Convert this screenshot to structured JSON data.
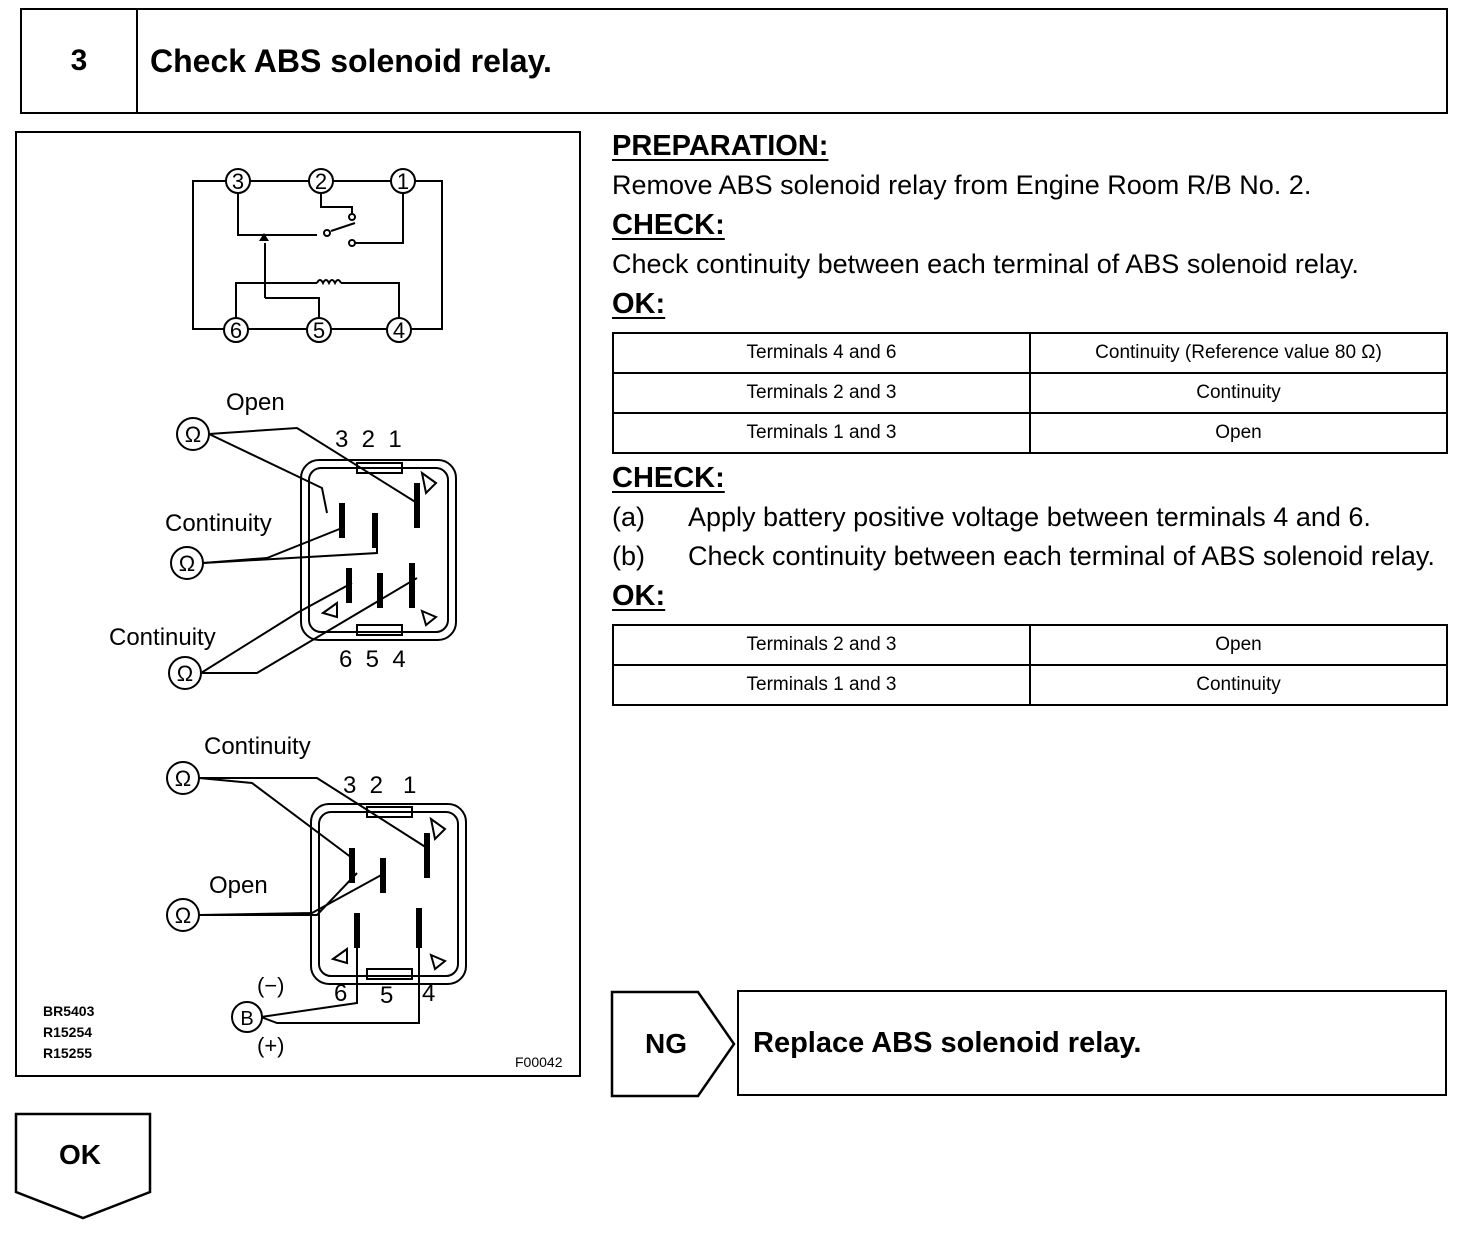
{
  "header": {
    "step_number": "3",
    "title": "Check ABS solenoid relay."
  },
  "figure": {
    "circuit_terminals": [
      "3",
      "2",
      "1",
      "6",
      "5",
      "4"
    ],
    "diagram1": {
      "label_top": "Open",
      "label_mid": "Continuity",
      "label_bot": "Continuity",
      "pins_top": "3  2  1",
      "pins_bot": "6  5  4"
    },
    "diagram2": {
      "label_top": "Continuity",
      "label_mid": "Open",
      "pins_top": "3  2   1",
      "pin6": "6",
      "pin5": "5",
      "pin4": "4",
      "minus": "(−)",
      "plus": "(+)",
      "battery": "B"
    },
    "codes": [
      "BR5403",
      "R15254",
      "R15255"
    ],
    "figure_id": "F00042",
    "ohm_symbol": "Ω"
  },
  "instructions": {
    "preparation_heading": "PREPARATION:",
    "preparation_text": "Remove ABS solenoid relay from Engine Room R/B No. 2.",
    "check1_heading": "CHECK:",
    "check1_text": "Check continuity between each terminal of ABS solenoid relay.",
    "ok1_heading": "OK:",
    "table1": [
      [
        "Terminals 4 and 6",
        "Continuity (Reference value 80 Ω)"
      ],
      [
        "Terminals 2 and 3",
        "Continuity"
      ],
      [
        "Terminals 1 and 3",
        "Open"
      ]
    ],
    "check2_heading": "CHECK:",
    "check2_steps": [
      {
        "label": "(a)",
        "text": "Apply battery positive voltage between terminals 4 and 6."
      },
      {
        "label": "(b)",
        "text": "Check continuity between each terminal of ABS solenoid relay."
      }
    ],
    "ok2_heading": "OK:",
    "table2": [
      [
        "Terminals 2 and 3",
        "Open"
      ],
      [
        "Terminals 1 and 3",
        "Continuity"
      ]
    ]
  },
  "ng": {
    "label": "NG",
    "action": "Replace ABS solenoid relay."
  },
  "ok": {
    "label": "OK"
  }
}
